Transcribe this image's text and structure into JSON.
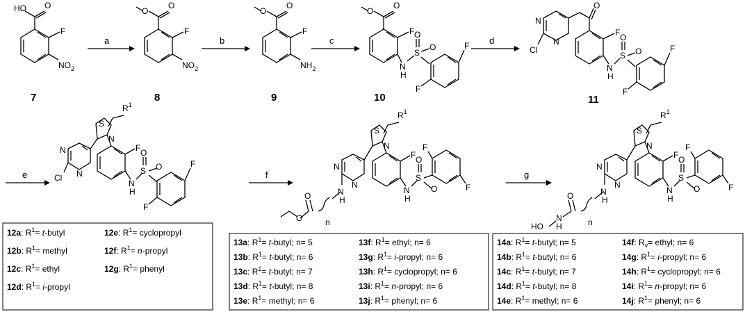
{
  "steps": [
    "a",
    "b",
    "c",
    "d",
    "e",
    "f",
    "g"
  ],
  "compounds": {
    "c7": "7",
    "c8": "8",
    "c9": "9",
    "c10": "10",
    "c11": "11"
  },
  "atoms": {
    "HO": "HO",
    "O": "O",
    "F": "F",
    "NO2": "NO",
    "two": "2",
    "NH2": "NH",
    "N": "N",
    "S": "S",
    "Cl": "Cl",
    "H": "H",
    "R": "R",
    "one": "1",
    "n": "n",
    "HO_N": "HO",
    "N_H": "N"
  },
  "tables": {
    "t12": [
      {
        "id": "12a",
        "r": "t-butyl"
      },
      {
        "id": "12b",
        "r": "methyl"
      },
      {
        "id": "12c",
        "r": "ethyl"
      },
      {
        "id": "12d",
        "r": "i-propyl"
      },
      {
        "id": "12e",
        "r": "cyclopropyl"
      },
      {
        "id": "12f",
        "r": "n-propyl"
      },
      {
        "id": "12g",
        "r": "phenyl"
      }
    ],
    "t13": [
      {
        "id": "13a",
        "r": "t-butyl",
        "n": "5"
      },
      {
        "id": "13b",
        "r": "t-butyl",
        "n": "6"
      },
      {
        "id": "13c",
        "r": "t-butyl",
        "n": "7"
      },
      {
        "id": "13d",
        "r": "t-butyl",
        "n": "8"
      },
      {
        "id": "13e",
        "r": "methyl",
        "n": "6"
      },
      {
        "id": "13f",
        "r": "ethyl",
        "n": "6"
      },
      {
        "id": "13g",
        "r": "i-propyl",
        "n": "6"
      },
      {
        "id": "13h",
        "r": "cyclopropyl",
        "n": "6"
      },
      {
        "id": "13i",
        "r": "n-propyl",
        "n": "6"
      },
      {
        "id": "13j",
        "r": "phenyl",
        "n": "6"
      }
    ],
    "t14": [
      {
        "id": "14a",
        "r": "t-butyl",
        "n": "5"
      },
      {
        "id": "14b",
        "r": "t-butyl",
        "n": "6"
      },
      {
        "id": "14c",
        "r": "t-butyl",
        "n": "7"
      },
      {
        "id": "14d",
        "r": "t-butyl",
        "n": "8"
      },
      {
        "id": "14e",
        "r": "methyl",
        "n": "6"
      },
      {
        "id": "14f",
        "r": "ethyl",
        "n": "6",
        "sym": "R",
        "symsub": "v"
      },
      {
        "id": "14g",
        "r": "i-propyl",
        "n": "6"
      },
      {
        "id": "14h",
        "r": "cyclopropyl",
        "n": "6"
      },
      {
        "id": "14i",
        "r": "n-propyl",
        "n": "6"
      },
      {
        "id": "14j",
        "r": "phenyl",
        "n": "6"
      }
    ]
  },
  "text": {
    "r1_sym": "R",
    "r1_sup": "1",
    "eq": "= ",
    "colon": ": ",
    "n_eq": "; n= "
  }
}
